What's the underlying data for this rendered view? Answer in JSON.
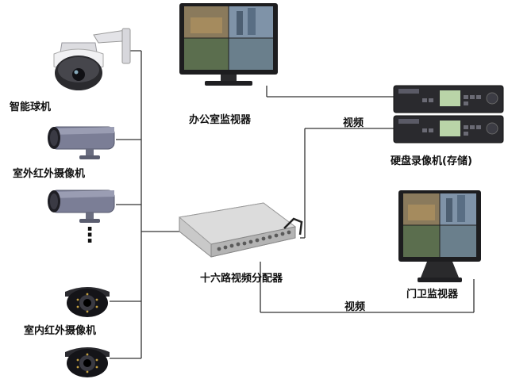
{
  "labels": {
    "dome_camera": "智能球机",
    "outdoor_ir_camera": "室外红外摄像机",
    "indoor_ir_camera": "室内红外摄像机",
    "office_monitor": "办公室监视器",
    "dvr": "硬盘录像机(存储)",
    "video_distributor": "十六路视频分配器",
    "gate_monitor": "门卫监视器",
    "video_link_top": "视频",
    "video_link_bottom": "视频",
    "ellipsis": "⋮"
  },
  "colors": {
    "wire": "#333333",
    "bullet_camera_body": "#7b7e96",
    "dome_body": "#e9e9ec",
    "monitor_frame": "#1d1d1f",
    "distributor_body": "#c9c9c9",
    "dvr_body": "#2a2a2e"
  }
}
